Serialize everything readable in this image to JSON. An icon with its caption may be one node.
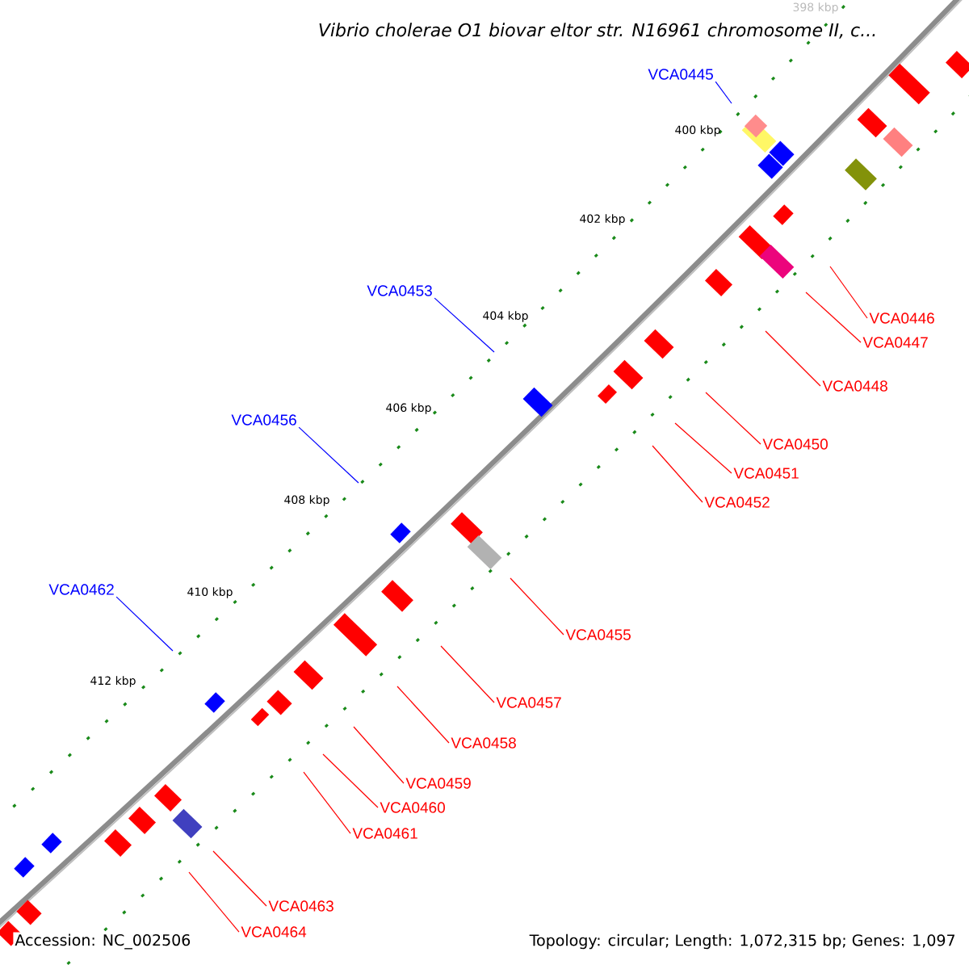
{
  "diagram": {
    "title": "*Vibrio cholerae O1 biovar eltor str. N16961 chromosome II, c...*",
    "nodes": [
      {
        "text": [
          "VCA0445"
        ]
      },
      {
        "text": [
          "VCA0453"
        ]
      },
      {
        "text": [
          "VCA0456"
        ]
      },
      {
        "text": [
          "VCA0462"
        ]
      },
      {
        "text": [
          "VCA0446"
        ]
      },
      {
        "text": [
          "VCA0447"
        ]
      },
      {
        "text": [
          "VCA0448"
        ]
      },
      {
        "text": [
          "VCA0450"
        ]
      },
      {
        "text": [
          "VCA0451"
        ]
      },
      {
        "text": [
          "VCA0452"
        ]
      },
      {
        "text": [
          "VCA0455"
        ]
      },
      {
        "text": [
          "VCA0457"
        ]
      },
      {
        "text": [
          "VCA0458"
        ]
      },
      {
        "text": [
          "VCA0459"
        ]
      },
      {
        "text": [
          "VCA0460"
        ]
      },
      {
        "text": [
          "VCA0461"
        ]
      },
      {
        "text": [
          "VCA0463"
        ]
      },
      {
        "text": [
          "VCA0464"
        ]
      }
    ],
    "edges": [
      {
        "from": 0,
        "to": null,
        "arrow": "none",
        "color": "#0000ff"
      },
      {
        "from": 1,
        "to": null,
        "arrow": "none",
        "color": "#0000ff"
      },
      {
        "from": 2,
        "to": null,
        "arrow": "none",
        "color": "#0000ff"
      },
      {
        "from": 3,
        "to": null,
        "arrow": "none",
        "color": "#0000ff"
      },
      {
        "from": 4,
        "to": null,
        "arrow": "none"
      },
      {
        "from": 5,
        "to": null,
        "arrow": "none"
      },
      {
        "from": 6,
        "to": null,
        "arrow": "none"
      },
      {
        "from": 7,
        "to": null,
        "arrow": "none"
      },
      {
        "from": 8,
        "to": null,
        "arrow": "none"
      },
      {
        "from": 9,
        "to": null,
        "arrow": "none"
      },
      {
        "from": 10,
        "to": null,
        "arrow": "none"
      },
      {
        "from": 11,
        "to": null,
        "arrow": "none"
      },
      {
        "from": 12,
        "to": null,
        "arrow": "none"
      },
      {
        "from": 13,
        "to": null,
        "arrow": "none"
      },
      {
        "from": 14,
        "to": null,
        "arrow": "none"
      },
      {
        "from": 15,
        "to": null,
        "arrow": "none"
      },
      {
        "from": 16,
        "to": null,
        "arrow": "none"
      },
      {
        "from": 17,
        "to": null,
        "arrow": "none"
      }
    ],
    "labels": [
      "398 kbp",
      "400 kbp",
      "402 kbp",
      "404 kbp",
      "406 kbp",
      "408 kbp",
      "410 kbp",
      "412 kbp",
      "Accession: NC_002506",
      "Topology: circular; Length: 1,072,315 bp; Genes: 1,097"
    ]
  }
}
